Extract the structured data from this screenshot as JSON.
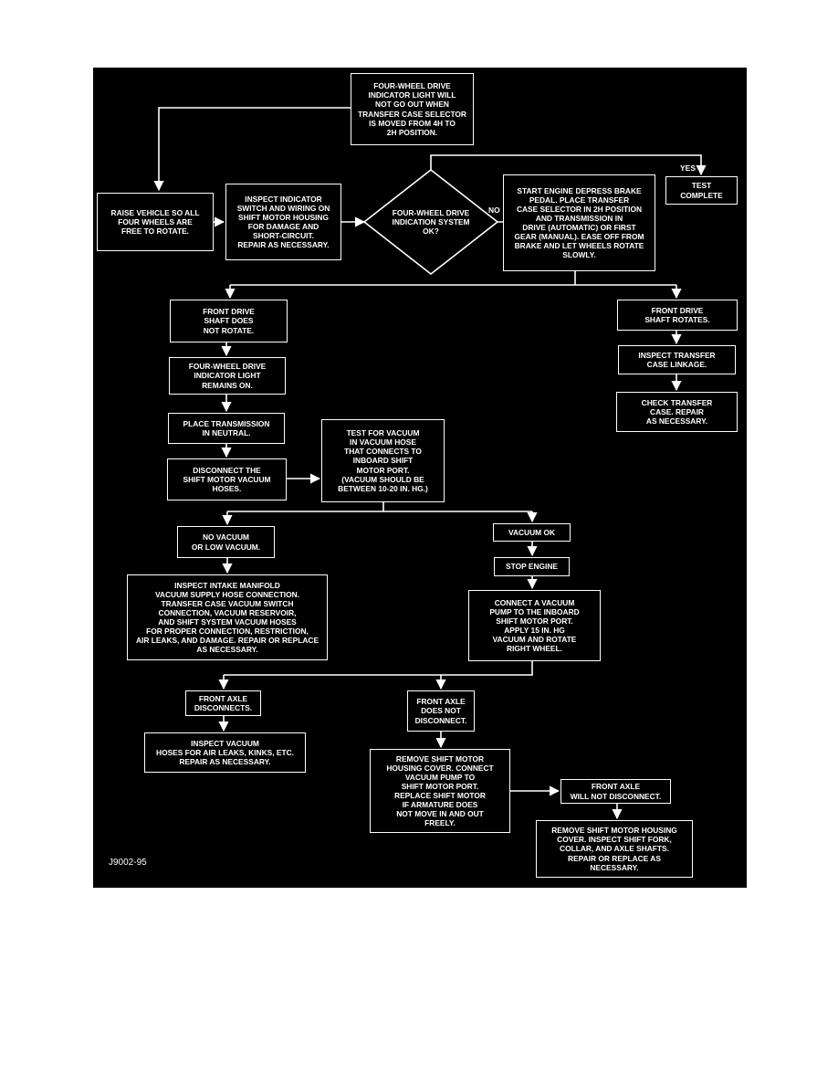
{
  "flowchart": {
    "start": "FOUR-WHEEL DRIVE\nINDICATOR LIGHT WILL\nNOT GO OUT WHEN\nTRANSFER CASE SELECTOR\nIS MOVED FROM 4H TO\n2H POSITION.",
    "raise_vehicle": "RAISE VEHICLE SO ALL\nFOUR WHEELS ARE\nFREE TO ROTATE.",
    "inspect_indicator": "INSPECT INDICATOR\nSWITCH AND WIRING ON\nSHIFT MOTOR HOUSING\nFOR DAMAGE AND\nSHORT-CIRCUIT.\nREPAIR AS NECESSARY.",
    "decision": "FOUR-WHEEL DRIVE\nINDICATION SYSTEM\nOK?",
    "label_no": "NO",
    "label_yes": "YES",
    "test_complete": "TEST COMPLETE",
    "start_engine": "START ENGINE DEPRESS BRAKE\nPEDAL. PLACE TRANSFER\nCASE SELECTOR IN 2H POSITION\nAND TRANSMISSION IN\nDRIVE (AUTOMATIC) OR FIRST\nGEAR (MANUAL). EASE OFF FROM\nBRAKE AND LET WHEELS ROTATE\nSLOWLY.",
    "shaft_not_rotate": "FRONT DRIVE\nSHAFT DOES\nNOT ROTATE.",
    "shaft_rotates": "FRONT DRIVE\nSHAFT ROTATES.",
    "inspect_linkage": "INSPECT TRANSFER\nCASE LINKAGE.",
    "check_transfer": "CHECK TRANSFER\nCASE. REPAIR\nAS NECESSARY.",
    "light_remains": "FOUR-WHEEL DRIVE\nINDICATOR LIGHT\nREMAINS ON.",
    "place_neutral": "PLACE TRANSMISSION\nIN NEUTRAL.",
    "disconnect_hoses": "DISCONNECT THE\nSHIFT MOTOR VACUUM\nHOSES.",
    "test_vacuum": "TEST FOR VACUUM\nIN VACUUM HOSE\nTHAT CONNECTS TO\nINBOARD SHIFT\nMOTOR PORT.\n(VACUUM SHOULD BE\nBETWEEN 10-20 IN. HG.)",
    "no_vacuum": "NO VACUUM\nOR LOW VACUUM.",
    "vacuum_ok": "VACUUM OK",
    "stop_engine": "STOP ENGINE",
    "inspect_intake": "INSPECT INTAKE MANIFOLD\nVACUUM SUPPLY HOSE CONNECTION.\nTRANSFER CASE VACUUM SWITCH\nCONNECTION, VACUUM RESERVOIR,\nAND SHIFT SYSTEM VACUUM HOSES\nFOR PROPER CONNECTION, RESTRICTION,\nAIR LEAKS, AND DAMAGE. REPAIR OR REPLACE\nAS NECESSARY.",
    "connect_pump": "CONNECT A VACUUM\nPUMP TO THE INBOARD\nSHIFT MOTOR PORT.\nAPPLY 15 IN. HG\nVACUUM AND ROTATE\nRIGHT WHEEL.",
    "axle_disconnects": "FRONT AXLE\nDISCONNECTS.",
    "axle_not_disconnect": "FRONT AXLE\nDOES NOT\nDISCONNECT.",
    "inspect_vacuum_hoses": "INSPECT VACUUM\nHOSES FOR AIR LEAKS, KINKS, ETC.\nREPAIR AS NECESSARY.",
    "remove_cover": "REMOVE SHIFT MOTOR\nHOUSING COVER. CONNECT\nVACUUM PUMP TO\nSHIFT MOTOR PORT.\nREPLACE SHIFT MOTOR\nIF ARMATURE DOES\nNOT MOVE IN AND OUT\nFREELY.",
    "axle_will_not": "FRONT AXLE\nWILL NOT DISCONNECT.",
    "remove_housing": "REMOVE SHIFT MOTOR HOUSING\nCOVER. INSPECT SHIFT FORK,\nCOLLAR, AND AXLE SHAFTS.\nREPAIR OR REPLACE AS\nNECESSARY."
  },
  "figure_id": "J9002-95",
  "colors": {
    "background": "#000000",
    "foreground": "#ffffff",
    "page": "#ffffff"
  }
}
